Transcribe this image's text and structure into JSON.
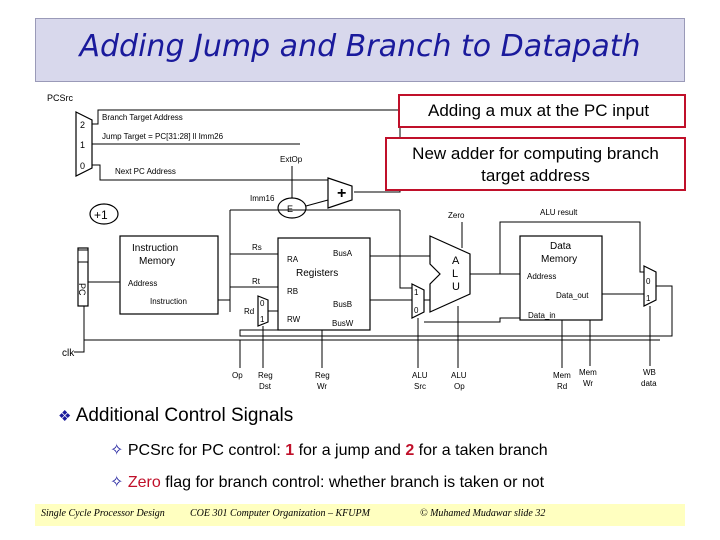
{
  "title": "Adding Jump and Branch to Datapath",
  "callouts": {
    "mux": "Adding a mux at the PC input",
    "adder": "New adder for computing branch target address"
  },
  "labels": {
    "pcsrc": "PCSrc",
    "branch_target": "Branch Target Address",
    "jump_target": "Jump Target = PC[31:28] ll Imm26",
    "next_pc": "Next PC Address",
    "mux_2": "2",
    "mux_1": "1",
    "mux_0": "0",
    "incr": "+1",
    "pc": "PC",
    "imem": "Instruction Memory",
    "address": "Address",
    "instruction": "Instruction",
    "extop": "ExtOp",
    "imm16": "Imm16",
    "e": "E",
    "plus": "+",
    "rs": "Rs",
    "rt": "Rt",
    "rd": "Rd",
    "ra": "RA",
    "rb": "RB",
    "rw": "RW",
    "busa": "BusA",
    "busb": "BusB",
    "busw": "BusW",
    "registers": "Registers",
    "zero": "Zero",
    "alu_result": "ALU result",
    "alu_a": "A",
    "alu_l": "L",
    "alu_u": "U",
    "dmem": "Data Memory",
    "dmem_address": "Address",
    "data_out": "Data_out",
    "data_in": "Data_in",
    "clk": "clk",
    "m0": "0",
    "m1": "1",
    "ctrl_op": "Op",
    "ctrl_regdst": "Reg Dst",
    "ctrl_regwr": "Reg Wr",
    "ctrl_alusrc": "ALU Src",
    "ctrl_aluop": "ALU Op",
    "ctrl_memrd": "Mem Rd",
    "ctrl_memwr": "Mem Wr",
    "ctrl_wbdata": "WB data"
  },
  "bullets": {
    "main": "Additional Control Signals",
    "sub1_a": "PCSrc for PC control: ",
    "sub1_b": "1",
    "sub1_c": " for a jump and ",
    "sub1_d": "2",
    "sub1_e": " for a taken branch",
    "sub2_a": "Zero",
    "sub2_b": " flag for branch control: whether branch is taken or not"
  },
  "footer": {
    "left": "Single Cycle Processor Design",
    "center": "COE 301 Computer Organization – KFUPM",
    "right": "© Muhamed Mudawar slide 32"
  },
  "colors": {
    "title": "#1a1a9c",
    "callout_border": "#c0102a",
    "emphasis": "#c0102a",
    "footer_bg": "#ffffc0"
  }
}
